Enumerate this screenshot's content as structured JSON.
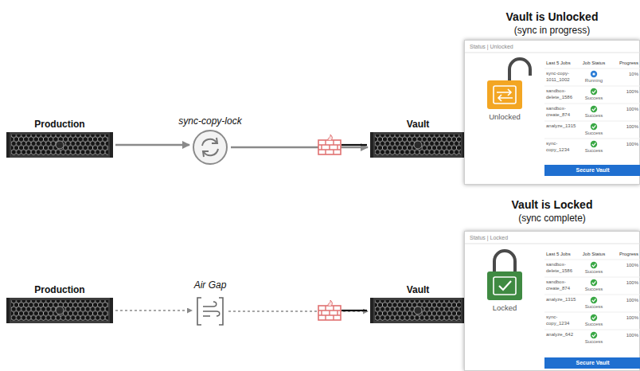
{
  "diagram": {
    "nodes": [
      {
        "text": [
          "Production"
        ]
      },
      {
        "text": [
          "sync-copy-lock"
        ]
      },
      {
        "text": [
          "Vault"
        ]
      },
      {
        "text": [
          "Vault is Unlocked",
          "(sync in progress)"
        ]
      },
      {
        "text": [
          "Secure Vault"
        ],
        "in": 3
      },
      {
        "text": [
          "Production"
        ]
      },
      {
        "text": [
          "Air Gap"
        ]
      },
      {
        "text": [
          "Vault"
        ]
      },
      {
        "text": [
          "Vault is Locked",
          "(sync complete)"
        ]
      },
      {
        "text": [
          "Secure Vault"
        ],
        "in": 8
      }
    ],
    "edges": [
      {
        "from": 0,
        "to": 1,
        "arrow": "to"
      },
      {
        "from": 1,
        "to": 2,
        "arrow": "to"
      },
      {
        "from": 5,
        "to": 6,
        "arrow": "to"
      },
      {
        "from": 6,
        "to": 7,
        "arrow": "to"
      }
    ],
    "labels": [
      "Status | Unlocked",
      "Unlocked",
      "Last 5 Jobs",
      "Job Status",
      "Progress",
      "sync-copy-1011_1002",
      "Running",
      "10%",
      "sandbox-delete_1586",
      "Success",
      "100%",
      "sandbox-create_874",
      "Success",
      "100%",
      "analyze_1315",
      "Success",
      "100%",
      "sync-copy_1234",
      "Success",
      "100%",
      "Status | Locked",
      "Locked",
      "Last 5 Jobs",
      "Job Status",
      "Progress",
      "sandbox-delete_1586",
      "Success",
      "100%",
      "sandbox-create_874",
      "Success",
      "100%",
      "analyze_1315",
      "Success",
      "100%",
      "sync-copy_1234",
      "Success",
      "100%",
      "analyze_642",
      "Success",
      "100%"
    ]
  }
}
